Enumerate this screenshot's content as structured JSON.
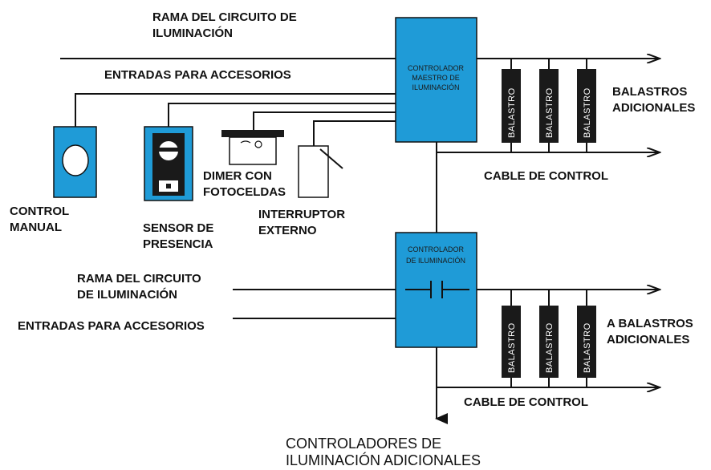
{
  "colors": {
    "controller_fill": "#1f9bd7",
    "ballast_fill": "#1a1a1a",
    "line": "#111111",
    "background": "#ffffff"
  },
  "labels": {
    "top_branch": [
      "RAMA DEL  CIRCUITO DE",
      "ILUMINACIÓN"
    ],
    "top_accessories": "ENTRADAS PARA  ACCESORIOS",
    "master_controller": [
      "CONTROLADOR",
      "MAESTRO DE",
      "ILUMINACIÓN"
    ],
    "ballast": "BALASTRO",
    "extra_ballasts_top": [
      "BALASTROS",
      "ADICIONALES"
    ],
    "control_cable_top": "CABLE DE CONTROL",
    "manual_control": [
      "CONTROL",
      "MANUAL"
    ],
    "presence_sensor": [
      "SENSOR DE",
      "PRESENCIA"
    ],
    "dimmer": [
      "DIMER CON",
      "FOTOCELDAS"
    ],
    "external_switch": [
      "INTERRUPTOR",
      "EXTERNO"
    ],
    "lighting_controller": [
      "CONTROLADOR",
      "DE ILUMINACIÓN"
    ],
    "bottom_branch": [
      "RAMA DEL CIRCUITO",
      "DE ILUMINACIÓN"
    ],
    "bottom_accessories": "ENTRADAS PARA  ACCESORIOS",
    "extra_ballasts_bottom": [
      "A BALASTROS",
      "ADICIONALES"
    ],
    "control_cable_bottom": "CABLE DE CONTROL",
    "additional_controllers": [
      "CONTROLADORES DE",
      "ILUMINACIÓN ADICIONALES"
    ]
  }
}
